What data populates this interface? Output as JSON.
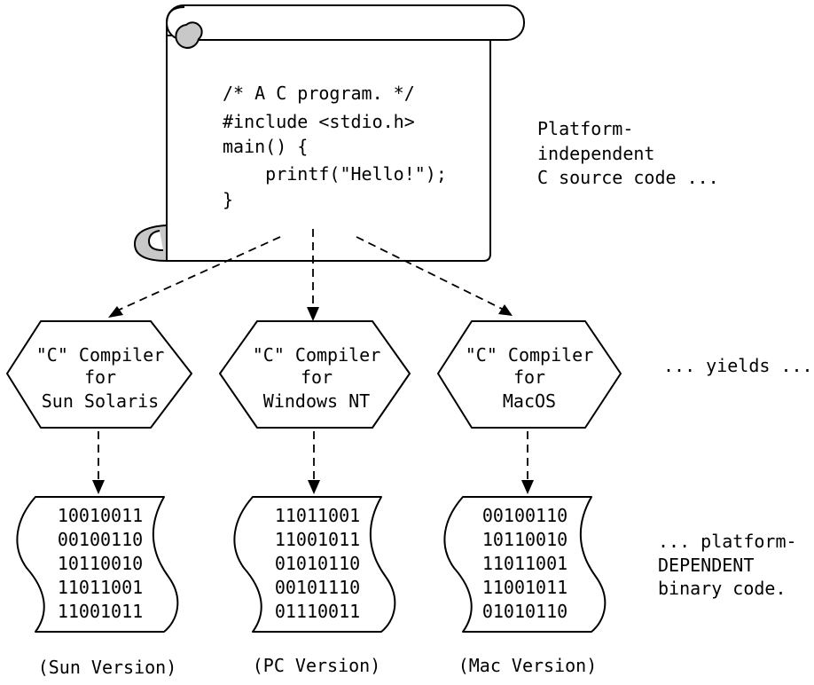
{
  "source_code": {
    "lines": [
      "/* A C program. */",
      "#include <stdio.h>",
      "main() {",
      "    printf(\"Hello!\");",
      "}"
    ]
  },
  "source_note": {
    "lines": [
      "Platform-",
      "independent",
      "C source code ..."
    ]
  },
  "yields_note": "... yields ...",
  "binary_note": {
    "lines": [
      "... platform-",
      "DEPENDENT",
      "binary code."
    ]
  },
  "compilers": [
    {
      "lines": [
        "\"C\" Compiler",
        "for",
        "Sun Solaris"
      ],
      "binary": [
        "10010011",
        "00100110",
        "10110010",
        "11011001",
        "11001011"
      ],
      "version": "(Sun Version)"
    },
    {
      "lines": [
        "\"C\" Compiler",
        "for",
        "Windows NT"
      ],
      "binary": [
        "11011001",
        "11001011",
        "01010110",
        "00101110",
        "01110011"
      ],
      "version": "(PC Version)"
    },
    {
      "lines": [
        "\"C\" Compiler",
        "for",
        "MacOS"
      ],
      "binary": [
        "00100110",
        "10110010",
        "11011001",
        "11001011",
        "01010110"
      ],
      "version": "(Mac Version)"
    }
  ]
}
